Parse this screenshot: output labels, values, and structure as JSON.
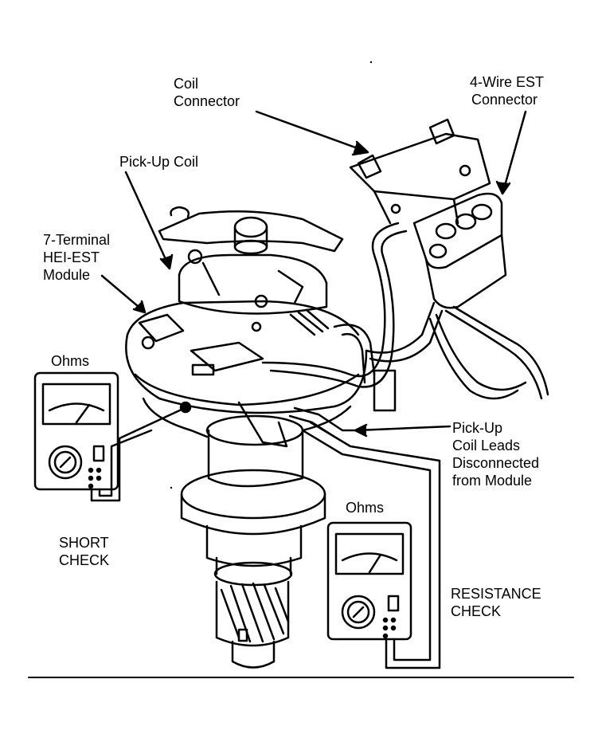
{
  "labels": {
    "coil_connector": [
      "Coil",
      "Connector"
    ],
    "ewire_connector": [
      "4-Wire EST",
      "Connector"
    ],
    "pickup_coil": [
      "Pick-Up Coil"
    ],
    "module": [
      "7-Terminal",
      "HEI-EST",
      "Module"
    ],
    "ohms_left": "Ohms",
    "ohms_right": "Ohms",
    "leads": [
      "Pick-Up",
      "Coil Leads",
      "Disconnected",
      "from Module"
    ],
    "short_check": [
      "SHORT",
      "CHECK"
    ],
    "resistance_check": [
      "RESISTANCE",
      "CHECK"
    ]
  },
  "colors": {
    "ink": "#000000",
    "paper": "#ffffff"
  }
}
